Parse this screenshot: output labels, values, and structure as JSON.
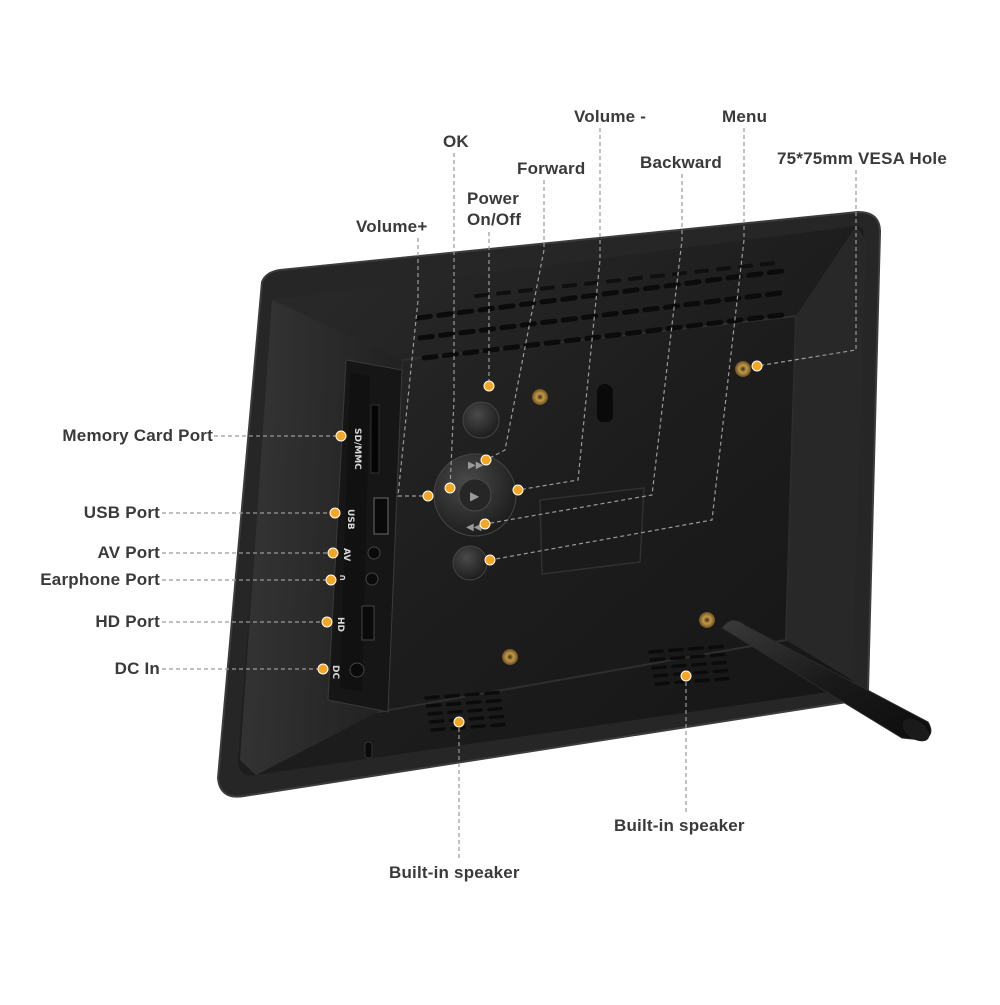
{
  "colors": {
    "callout_dot": "#f5a623",
    "leader_line": "#9a9a9a",
    "label_text": "#3a3a3a",
    "frame_body": "#1e1e1e"
  },
  "labels": {
    "volume_minus": "Volume -",
    "menu": "Menu",
    "ok": "OK",
    "forward": "Forward",
    "backward": "Backward",
    "vesa_hole": "75*75mm VESA Hole",
    "power": "Power\nOn/Off",
    "volume_plus": "Volume+",
    "memory_card_port": "Memory Card Port",
    "usb_port": "USB Port",
    "av_port": "AV Port",
    "earphone_port": "Earphone  Port",
    "hd_port": "HD Port",
    "dc_in": "DC In",
    "speaker_right": "Built-in speaker",
    "speaker_left": "Built-in speaker"
  },
  "port_markings": {
    "sd": "SD/MMC",
    "usb": "USB",
    "av": "AV",
    "hd": "HD",
    "dc": "DC"
  }
}
